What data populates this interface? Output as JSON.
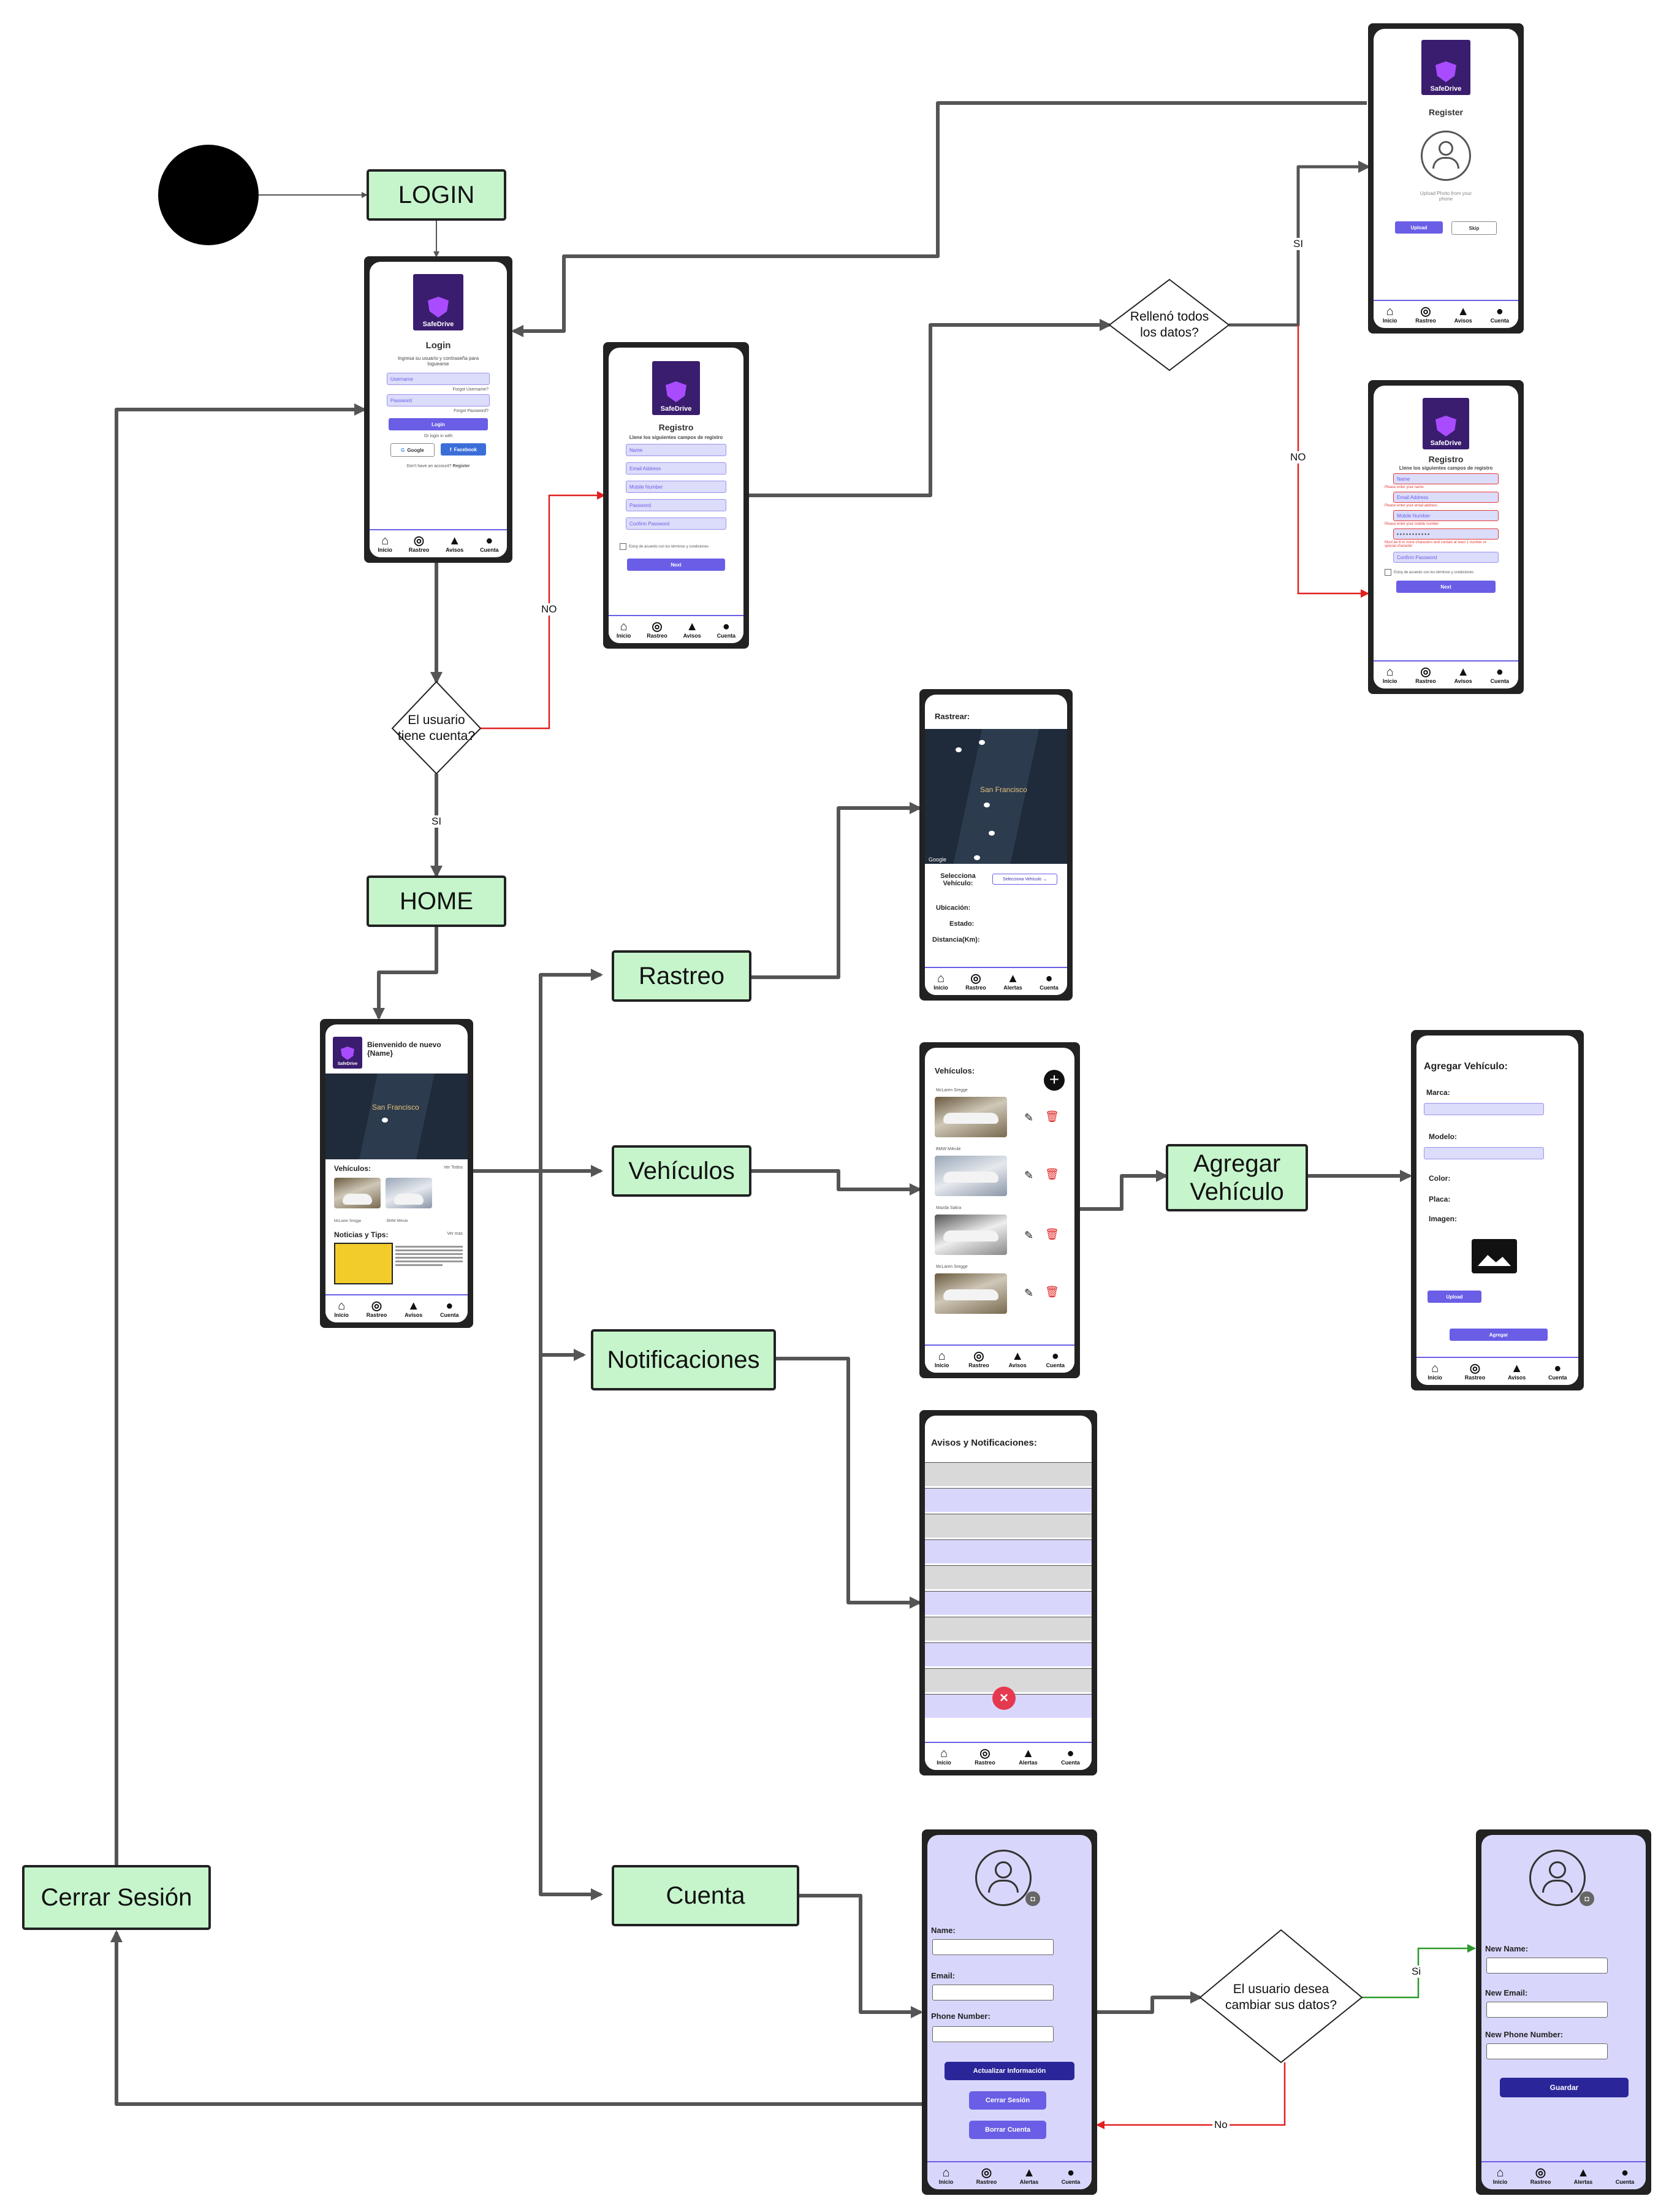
{
  "nodes": {
    "login": "LOGIN",
    "home": "HOME",
    "rastreo": "Rastreo",
    "vehiculos": "Vehículos",
    "notificaciones": "Notificaciones",
    "cuenta": "Cuenta",
    "agregar": "Agregar Vehículo",
    "cerrar": "Cerrar Sesión"
  },
  "decisions": {
    "tiene_cuenta": "El usuario tiene cuenta?",
    "relleno": "Rellenó todos los datos?",
    "cambiar": "El usuario desea cambiar sus datos?"
  },
  "edge_labels": {
    "no1": "NO",
    "si1": "SI",
    "si2": "SI",
    "no2": "NO",
    "si3": "Si",
    "no3": "No"
  },
  "nav": {
    "inicio": "Inicio",
    "rastreo": "Rastreo",
    "alertas": "Alertas",
    "avisos": "Avisos",
    "cuenta": "Cuenta"
  },
  "brand": "SafeDrive",
  "login_screen": {
    "title": "Login",
    "subtitle": "Ingresa su usuario y contraseña para loguearse",
    "username": "Username",
    "forgot_user": "Forgot Username?",
    "password": "Password",
    "forgot_pass": "Forgot Password?",
    "login_btn": "Login",
    "or": "Or login in with",
    "google": "Google",
    "facebook": "Facebook",
    "no_account": "Don't have an account?",
    "register": "Register"
  },
  "registro_screen": {
    "title": "Registro",
    "subtitle": "Llene los siguientes campos de registro",
    "name": "Name",
    "email": "Email Address",
    "mobile": "Mobile Number",
    "password": "Password",
    "confirm": "Confirm Password",
    "terms": "Estoy de acuerdo con los términos y condiciones",
    "next": "Next"
  },
  "register_photo_screen": {
    "title": "Register",
    "upload_text": "Upload Photo from your phone",
    "upload": "Upload",
    "skip": "Skip"
  },
  "registro_error_screen": {
    "title": "Registro",
    "subtitle": "Llene los siguientes campos de registro",
    "name": "Name",
    "name_err": "Please enter your name",
    "email": "Email Address",
    "email_err": "Please enter your email address",
    "mobile": "Mobile Number",
    "mobile_err": "Please enter your mobile number",
    "password": "• • • • • • • • • • •",
    "password_err": "Must be 8 or more characters and contain at least 1 number or special character",
    "confirm": "Confirm Password",
    "terms": "Estoy de acuerdo con los términos y condiciones",
    "next": "Next"
  },
  "home_screen": {
    "greeting": "Bienvenido de nuevo {Name}",
    "city": "San Francisco",
    "vehicles": "Vehículos:",
    "see_all": "Ver Todos",
    "car1": "McLaren Sregge",
    "car2": "BMW M4rule",
    "tips": "Noticias y Tips:",
    "see_more": "Ver mas"
  },
  "rastreo_screen": {
    "title": "Rastrear:",
    "city": "San Francisco",
    "google": "Google",
    "select_label": "Selecciona Vehículo:",
    "select_value": "Selecciona Vehículo",
    "ubicacion": "Ubicación:",
    "estado": "Estado:",
    "distancia": "Distancia(Km):"
  },
  "vehiculos_screen": {
    "title": "Vehículos:",
    "cars": [
      "McLaren Sregge",
      "BMW M4rule",
      "Mazda Sakra",
      "McLaren Sregge"
    ]
  },
  "agregar_screen": {
    "title": "Agregar Vehículo:",
    "marca": "Marca:",
    "modelo": "Modelo:",
    "color": "Color:",
    "placa": "Placa:",
    "imagen": "Imagen:",
    "upload": "Upload",
    "agregar": "Agregar"
  },
  "avisos_screen": {
    "title": "Avisos y Notificaciones:"
  },
  "cuenta_screen": {
    "name": "Name:",
    "email": "Email:",
    "phone": "Phone Number:",
    "actualizar": "Actualizar Información",
    "cerrar": "Cerrar Sesión",
    "borrar": "Borrar Cuenta"
  },
  "edit_screen": {
    "name": "New Name:",
    "email": "New Email:",
    "phone": "New Phone Number:",
    "guardar": "Guardar"
  },
  "colors": {
    "node_fill": "#c6f5cc",
    "accent": "#6a5ee6",
    "lavender": "#d8d7fb",
    "red_edge": "#e02020",
    "green_edge": "#2a9a2a"
  }
}
